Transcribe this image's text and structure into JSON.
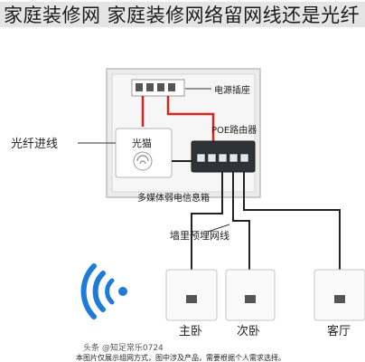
{
  "title": "家庭装修网 家庭装修网络留网线还是光纤",
  "labels": {
    "power_socket": "电源插座",
    "fiber_in": "光纤进线",
    "optical_modem": "光猫",
    "poe_router": "POE路由器",
    "weak_box": "多媒体弱电信息箱",
    "wall_cable": "墙里预埋网线",
    "room_master": "主卧",
    "room_second": "次卧",
    "room_living": "客厅"
  },
  "footer": {
    "watermark": "头条 @知足常乐0724",
    "note": "本图片仅展示组网方式，图中涉及产品，需要根据个人需求选择。"
  },
  "colors": {
    "cable_red": "#d8251d",
    "cable_black": "#222222",
    "wifi_blue": "#1e7bd8"
  }
}
